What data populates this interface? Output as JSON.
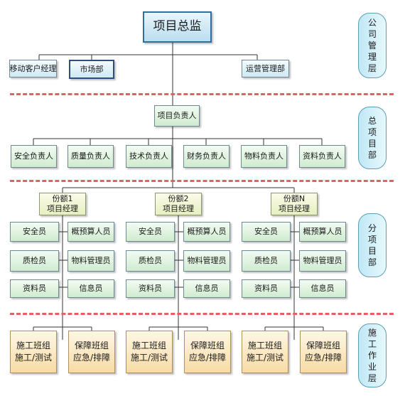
{
  "director": "项目总监",
  "company_depts": [
    "移动客户经理",
    "市场部",
    "运营管理部"
  ],
  "project_head": "项目负责人",
  "responsibles": [
    "安全负责人",
    "质量负责人",
    "技术负责人",
    "财务负责人",
    "物料负责人",
    "资料负责人"
  ],
  "shares": [
    {
      "name": "份额1",
      "role": "项目经理"
    },
    {
      "name": "份额2",
      "role": "项目经理"
    },
    {
      "name": "份额N",
      "role": "项目经理"
    }
  ],
  "staff": {
    "left": [
      "安全员",
      "质检员",
      "资料员"
    ],
    "right": [
      "概预算人员",
      "物料管理员",
      "信息员"
    ]
  },
  "teams": [
    {
      "line1": "施工班组",
      "line2": "施工/测试"
    },
    {
      "line1": "保障班组",
      "line2": "应急/排障"
    }
  ],
  "layers": [
    [
      "公",
      "司",
      "管",
      "理",
      "层"
    ],
    [
      "总",
      "项",
      "目",
      "部"
    ],
    [
      "分",
      "项",
      "目",
      "部"
    ],
    [
      "施",
      "工",
      "作",
      "业",
      "层"
    ]
  ]
}
